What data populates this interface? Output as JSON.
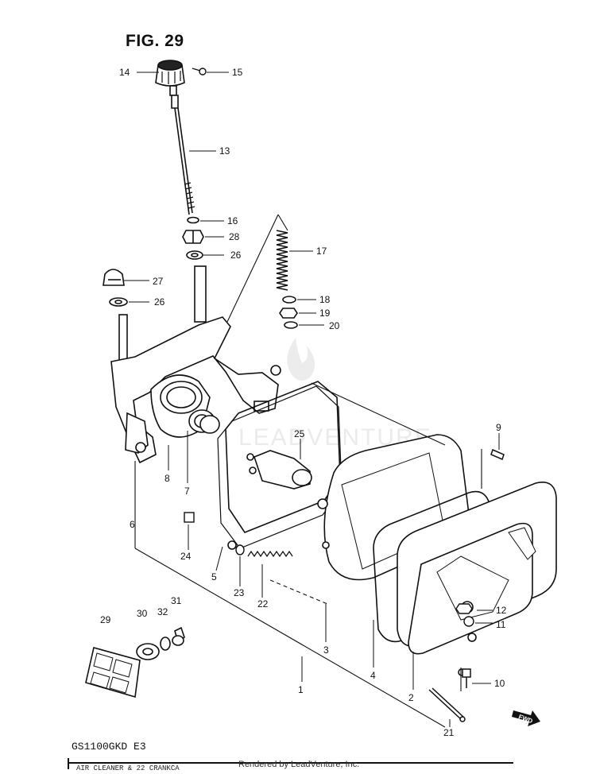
{
  "figure": {
    "title": "FIG. 29",
    "model_code": "GS1100GKD E3",
    "footer_left": "AIR CLEANER & 22 CRANKCA",
    "footer_text": "Rendered by LeadVenture, Inc.",
    "watermark": "LEADVENTURE",
    "fwd_label": "FWD"
  },
  "callouts": [
    {
      "id": "14",
      "label": "14"
    },
    {
      "id": "15",
      "label": "15"
    },
    {
      "id": "13",
      "label": "13"
    },
    {
      "id": "16",
      "label": "16"
    },
    {
      "id": "28",
      "label": "28"
    },
    {
      "id": "26a",
      "label": "26"
    },
    {
      "id": "17",
      "label": "17"
    },
    {
      "id": "27",
      "label": "27"
    },
    {
      "id": "26b",
      "label": "26"
    },
    {
      "id": "18",
      "label": "18"
    },
    {
      "id": "19",
      "label": "19"
    },
    {
      "id": "20",
      "label": "20"
    },
    {
      "id": "9",
      "label": "9"
    },
    {
      "id": "25",
      "label": "25"
    },
    {
      "id": "8",
      "label": "8"
    },
    {
      "id": "7",
      "label": "7"
    },
    {
      "id": "6",
      "label": "6"
    },
    {
      "id": "24",
      "label": "24"
    },
    {
      "id": "5",
      "label": "5"
    },
    {
      "id": "23",
      "label": "23"
    },
    {
      "id": "22",
      "label": "22"
    },
    {
      "id": "3",
      "label": "3"
    },
    {
      "id": "4",
      "label": "4"
    },
    {
      "id": "12",
      "label": "12"
    },
    {
      "id": "11",
      "label": "11"
    },
    {
      "id": "29",
      "label": "29"
    },
    {
      "id": "30",
      "label": "30"
    },
    {
      "id": "32",
      "label": "32"
    },
    {
      "id": "31",
      "label": "31"
    },
    {
      "id": "1",
      "label": "1"
    },
    {
      "id": "2",
      "label": "2"
    },
    {
      "id": "10",
      "label": "10"
    },
    {
      "id": "21",
      "label": "21"
    }
  ]
}
